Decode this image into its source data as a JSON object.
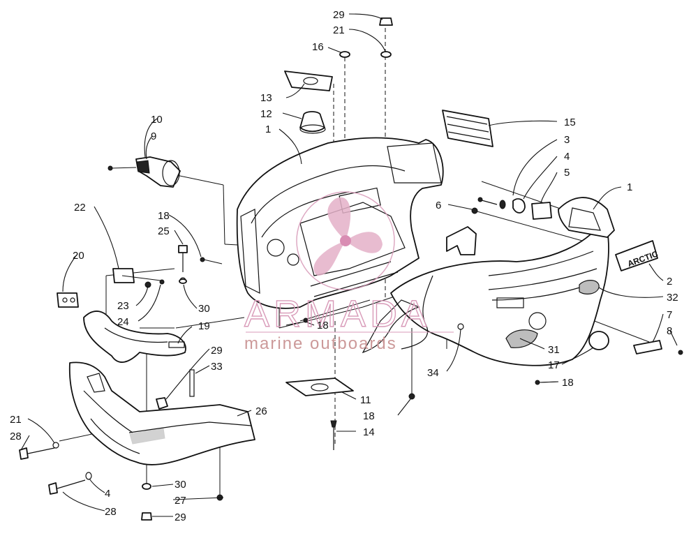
{
  "watermark": {
    "brand": "ARMADA",
    "tagline": "marine outboards",
    "color": "#d89ab8"
  },
  "decal_text": "ARCTIC",
  "callouts": [
    {
      "id": "c29t",
      "text": "29"
    },
    {
      "id": "c21t",
      "text": "21"
    },
    {
      "id": "c16",
      "text": "16"
    },
    {
      "id": "c13",
      "text": "13"
    },
    {
      "id": "c12",
      "text": "12"
    },
    {
      "id": "c1l",
      "text": "1"
    },
    {
      "id": "c15",
      "text": "15"
    },
    {
      "id": "c3",
      "text": "3"
    },
    {
      "id": "c4r",
      "text": "4"
    },
    {
      "id": "c5",
      "text": "5"
    },
    {
      "id": "c1r",
      "text": "1"
    },
    {
      "id": "c6",
      "text": "6"
    },
    {
      "id": "c2",
      "text": "2"
    },
    {
      "id": "c32",
      "text": "32"
    },
    {
      "id": "c7",
      "text": "7"
    },
    {
      "id": "c8",
      "text": "8"
    },
    {
      "id": "c10",
      "text": "10"
    },
    {
      "id": "c9",
      "text": "9"
    },
    {
      "id": "c22",
      "text": "22"
    },
    {
      "id": "c18a",
      "text": "18"
    },
    {
      "id": "c25",
      "text": "25"
    },
    {
      "id": "c20",
      "text": "20"
    },
    {
      "id": "c23",
      "text": "23"
    },
    {
      "id": "c24",
      "text": "24"
    },
    {
      "id": "c30a",
      "text": "30"
    },
    {
      "id": "c19",
      "text": "19"
    },
    {
      "id": "c18b",
      "text": "18"
    },
    {
      "id": "c31",
      "text": "31"
    },
    {
      "id": "c17",
      "text": "17"
    },
    {
      "id": "c34",
      "text": "34"
    },
    {
      "id": "c18c",
      "text": "18"
    },
    {
      "id": "c29m",
      "text": "29"
    },
    {
      "id": "c33",
      "text": "33"
    },
    {
      "id": "c26",
      "text": "26"
    },
    {
      "id": "c11",
      "text": "11"
    },
    {
      "id": "c18d",
      "text": "18"
    },
    {
      "id": "c14",
      "text": "14"
    },
    {
      "id": "c21b",
      "text": "21"
    },
    {
      "id": "c28a",
      "text": "28"
    },
    {
      "id": "c4b",
      "text": "4"
    },
    {
      "id": "c28b",
      "text": "28"
    },
    {
      "id": "c30b",
      "text": "30"
    },
    {
      "id": "c27",
      "text": "27"
    },
    {
      "id": "c29b",
      "text": "29"
    }
  ]
}
